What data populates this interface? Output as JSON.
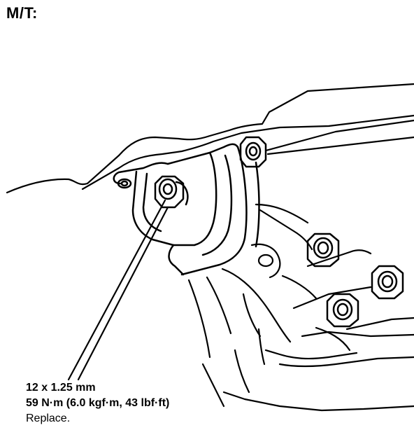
{
  "heading": "M/T:",
  "callout": {
    "size": "12 x 1.25 mm",
    "torque": "59 N·m (6.0 kgf·m, 43 lbf·ft)",
    "note": "Replace."
  }
}
